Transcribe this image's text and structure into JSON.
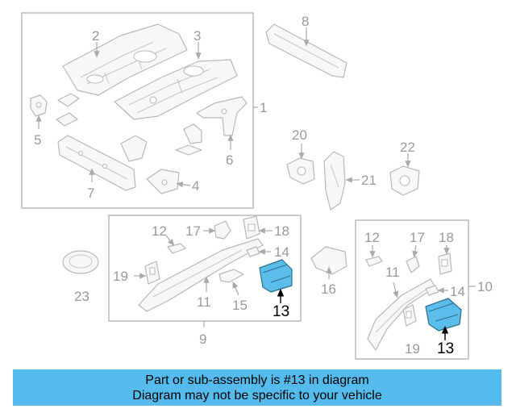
{
  "diagram": {
    "highlight_color": "#5bbde9",
    "labels": {
      "p1": "1",
      "p2": "2",
      "p3": "3",
      "p4": "4",
      "p5": "5",
      "p6": "6",
      "p7": "7",
      "p8": "8",
      "p9": "9",
      "p10": "10",
      "p11a": "11",
      "p11b": "11",
      "p12a": "12",
      "p12b": "12",
      "p13a": "13",
      "p13b": "13",
      "p14a": "14",
      "p14b": "14",
      "p15": "15",
      "p16": "16",
      "p17a": "17",
      "p17b": "17",
      "p18a": "18",
      "p18b": "18",
      "p19a": "19",
      "p19b": "19",
      "p20": "20",
      "p21": "21",
      "p22": "22",
      "p23": "23"
    }
  },
  "banner": {
    "line1": "Part or sub-assembly is #13 in diagram",
    "line2": "Diagram may not be specific to your vehicle",
    "color": "#55bbed"
  }
}
